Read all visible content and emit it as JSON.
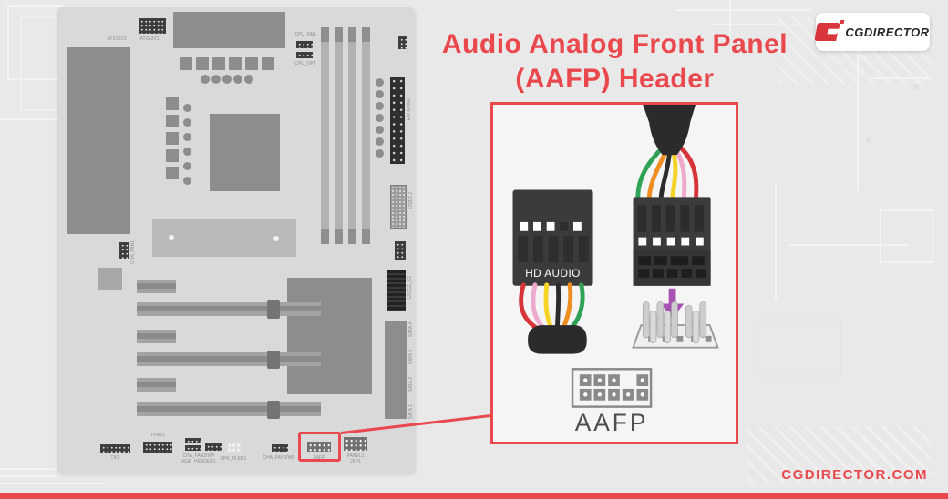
{
  "page": {
    "title_line1": "Audio Analog Front Panel",
    "title_line2": "(AAFP) Header",
    "footer_site": "CGDIRECTOR.COM",
    "accent_color": "#e9484d"
  },
  "logo": {
    "brand": "CGDIRECTOR"
  },
  "motherboard": {
    "labels": {
      "atx12v2": "ATX12V2",
      "atx12v1": "ATX12V1",
      "cpu_fan": "CPU_FAN",
      "cpu_opt": "CPU_OPT",
      "eatxpwr": "EATXPWR",
      "usb32": "USB 3.2",
      "u32g2": "U32G2_C1",
      "cha_fan1": "CHA_FAN1",
      "sata": [
        "SATA 4",
        "SATA 3",
        "SATA 2",
        "SATA 1"
      ],
      "tb1": "TB1",
      "tpm": "TPM01",
      "cha_fan2": "CHA_FAN2/WP",
      "rgb_header": "RGB_HEADER1",
      "spk": "SPK_PLED1",
      "cha_fan3": "CHA_FAN3/WP",
      "aafp": "AAFP",
      "panel1": "PANEL1",
      "jfp1": "JFP1"
    }
  },
  "zoom_panel": {
    "hd_audio_label": "HD AUDIO",
    "aafp_label": "AAFP",
    "front_wires": [
      "#d63438",
      "#eeaacd",
      "#f5d327",
      "#2b2b2b",
      "#ef8f22",
      "#2fa256"
    ],
    "back_wires": [
      "#2fa256",
      "#ef8f22",
      "#2b2b2b",
      "#f5d327",
      "#eeaacd",
      "#d63438"
    ],
    "arrow_color": "#a952b5",
    "connector_color": "#3b3b3b",
    "header_gray": "#8a8a8a"
  }
}
